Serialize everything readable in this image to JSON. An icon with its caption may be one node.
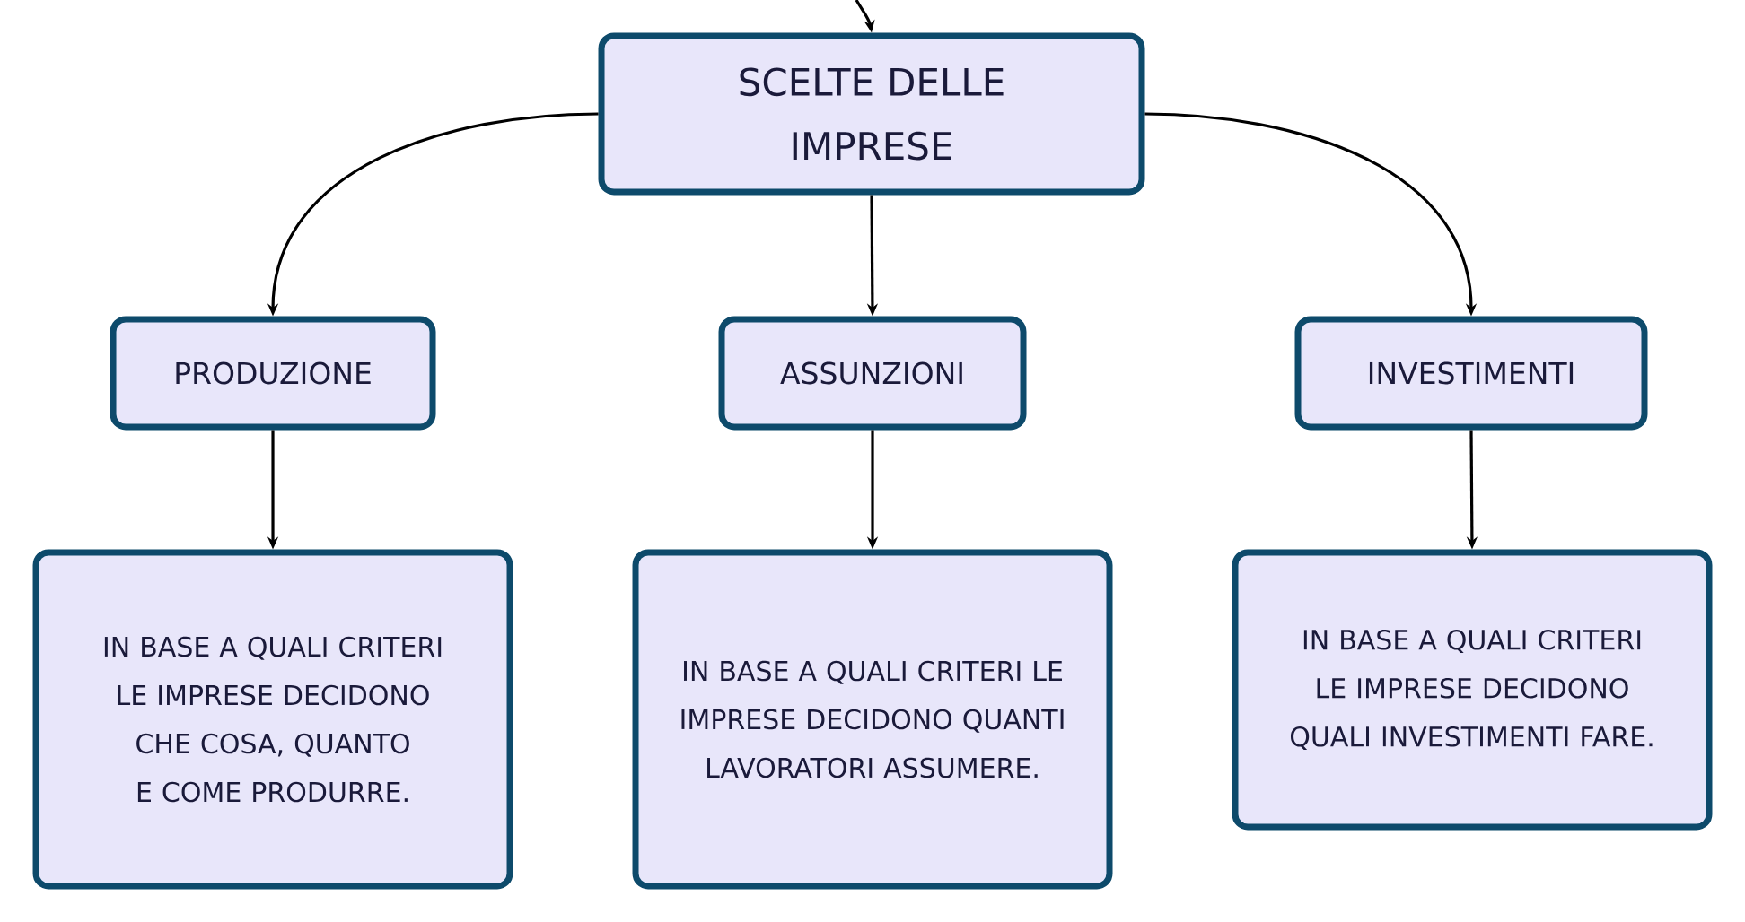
{
  "diagram": {
    "nodes": [
      {
        "text": [
          "SCELTE DELLE IMPRESE"
        ]
      },
      {
        "text": [
          "PRODUZIONE"
        ]
      },
      {
        "text": [
          "ASSUNZIONI"
        ]
      },
      {
        "text": [
          "INVESTIMENTI"
        ]
      },
      {
        "text": [
          "IN BASE A QUALI CRITERI LE IMPRESE DECIDONO CHE COSA, QUANTO E COME PRODURRE."
        ]
      },
      {
        "text": [
          "IN BASE A QUALI CRITERI LE IMPRESE DECIDONO QUANTI LAVORATORI ASSUMERE."
        ]
      },
      {
        "text": [
          "IN BASE A QUALI CRITERI LE IMPRESE DECIDONO QUALI INVESTIMENTI FARE."
        ]
      }
    ],
    "edges": [
      {
        "from": null,
        "to": 0,
        "arrow": "to"
      },
      {
        "from": 0,
        "to": 1,
        "arrow": "to"
      },
      {
        "from": 0,
        "to": 2,
        "arrow": "to"
      },
      {
        "from": 0,
        "to": 3,
        "arrow": "to"
      },
      {
        "from": 1,
        "to": 4,
        "arrow": "to"
      },
      {
        "from": 2,
        "to": 5,
        "arrow": "to"
      },
      {
        "from": 3,
        "to": 6,
        "arrow": "to"
      }
    ]
  }
}
